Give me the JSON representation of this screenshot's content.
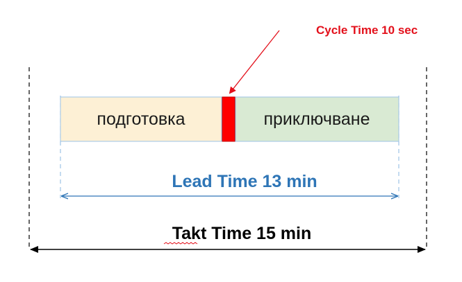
{
  "labels": {
    "cycle_time": "Cycle Time 10 sec",
    "lead_time": "Lead Time 13 min",
    "takt_time": "Takt Time 15 min"
  },
  "phases": [
    {
      "label": "подготовка",
      "color": "#fdf0d5"
    },
    {
      "label": "приключване",
      "color": "#d9ead3"
    }
  ],
  "colors": {
    "cycle_marker": "#ff0000",
    "cycle_arrow": "#e3101b",
    "lead_time": "#2e75b6",
    "takt_time": "#000000",
    "box_border": "#9dc3e6"
  }
}
